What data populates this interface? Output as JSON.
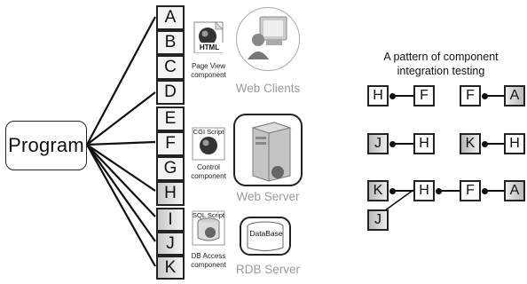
{
  "program": "Program",
  "components": {
    "group1": [
      "A",
      "B",
      "C",
      "D"
    ],
    "group2": [
      "E",
      "F",
      "G",
      "H"
    ],
    "group3": [
      "I",
      "J",
      "K"
    ]
  },
  "icons": {
    "html": {
      "tag": "HTML",
      "label_line1": "Page View",
      "label_line2": "component"
    },
    "cgi": {
      "tag": "CGI Script",
      "label_line1": "Control",
      "label_line2": "component"
    },
    "sql": {
      "tag": "SQL Script",
      "label_line1": "DB Access",
      "label_line2": "component"
    }
  },
  "servers": {
    "web_clients": "Web Clients",
    "web_server": "Web Server",
    "database_tag": "DataBase",
    "rdb_server": "RDB Server"
  },
  "pattern": {
    "title_line1": "A pattern of component",
    "title_line2": "integration testing",
    "row1a": [
      "H",
      "F"
    ],
    "row1b": [
      "F",
      "A"
    ],
    "row2a": [
      "J",
      "H"
    ],
    "row2b": [
      "K",
      "H"
    ],
    "row3": [
      "K",
      "H",
      "F",
      "A"
    ],
    "row3_extra": "J"
  },
  "colors": {
    "stroke": "#111111",
    "muted_label": "#9a9a9a"
  }
}
